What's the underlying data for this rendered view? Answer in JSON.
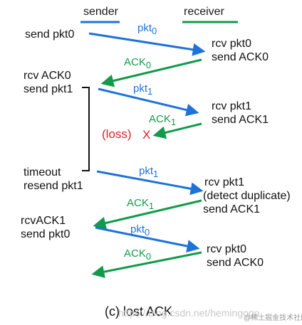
{
  "header": {
    "sender": "sender",
    "receiver": "receiver"
  },
  "colors": {
    "sender_line": "#1e73d8",
    "receiver_line": "#129a4a",
    "loss": "#d8222b"
  },
  "sender_events": {
    "send_pkt0": "send pkt0",
    "rcv_ack0": "rcv ACK0",
    "send_pkt1": "send pkt1",
    "timeout": "timeout",
    "resend_pkt1": "resend pkt1",
    "rcv_ack1": "rcvACK1",
    "send_pkt0_b": "send pkt0"
  },
  "receiver_events": {
    "rcv_pkt0": "rcv pkt0",
    "send_ack0": "send ACK0",
    "rcv_pkt1": "rcv pkt1",
    "send_ack1": "send ACK1",
    "rcv_pkt1_b": "rcv pkt1",
    "detect_duplicate": "(detect duplicate)",
    "send_ack1_b": "send ACK1",
    "rcv_pkt0_b": "rcv pkt0",
    "send_ack0_b": "send ACK0"
  },
  "messages": {
    "pkt": "pkt",
    "ack": "ACK",
    "sub0": "0",
    "sub1": "1"
  },
  "loss": {
    "text": "(loss)",
    "mark": "X"
  },
  "caption": "(c) lost ACK",
  "watermark": "https://blog.csdn.net/hemingogo",
  "watermark2": "@稀土掘金技术社区"
}
